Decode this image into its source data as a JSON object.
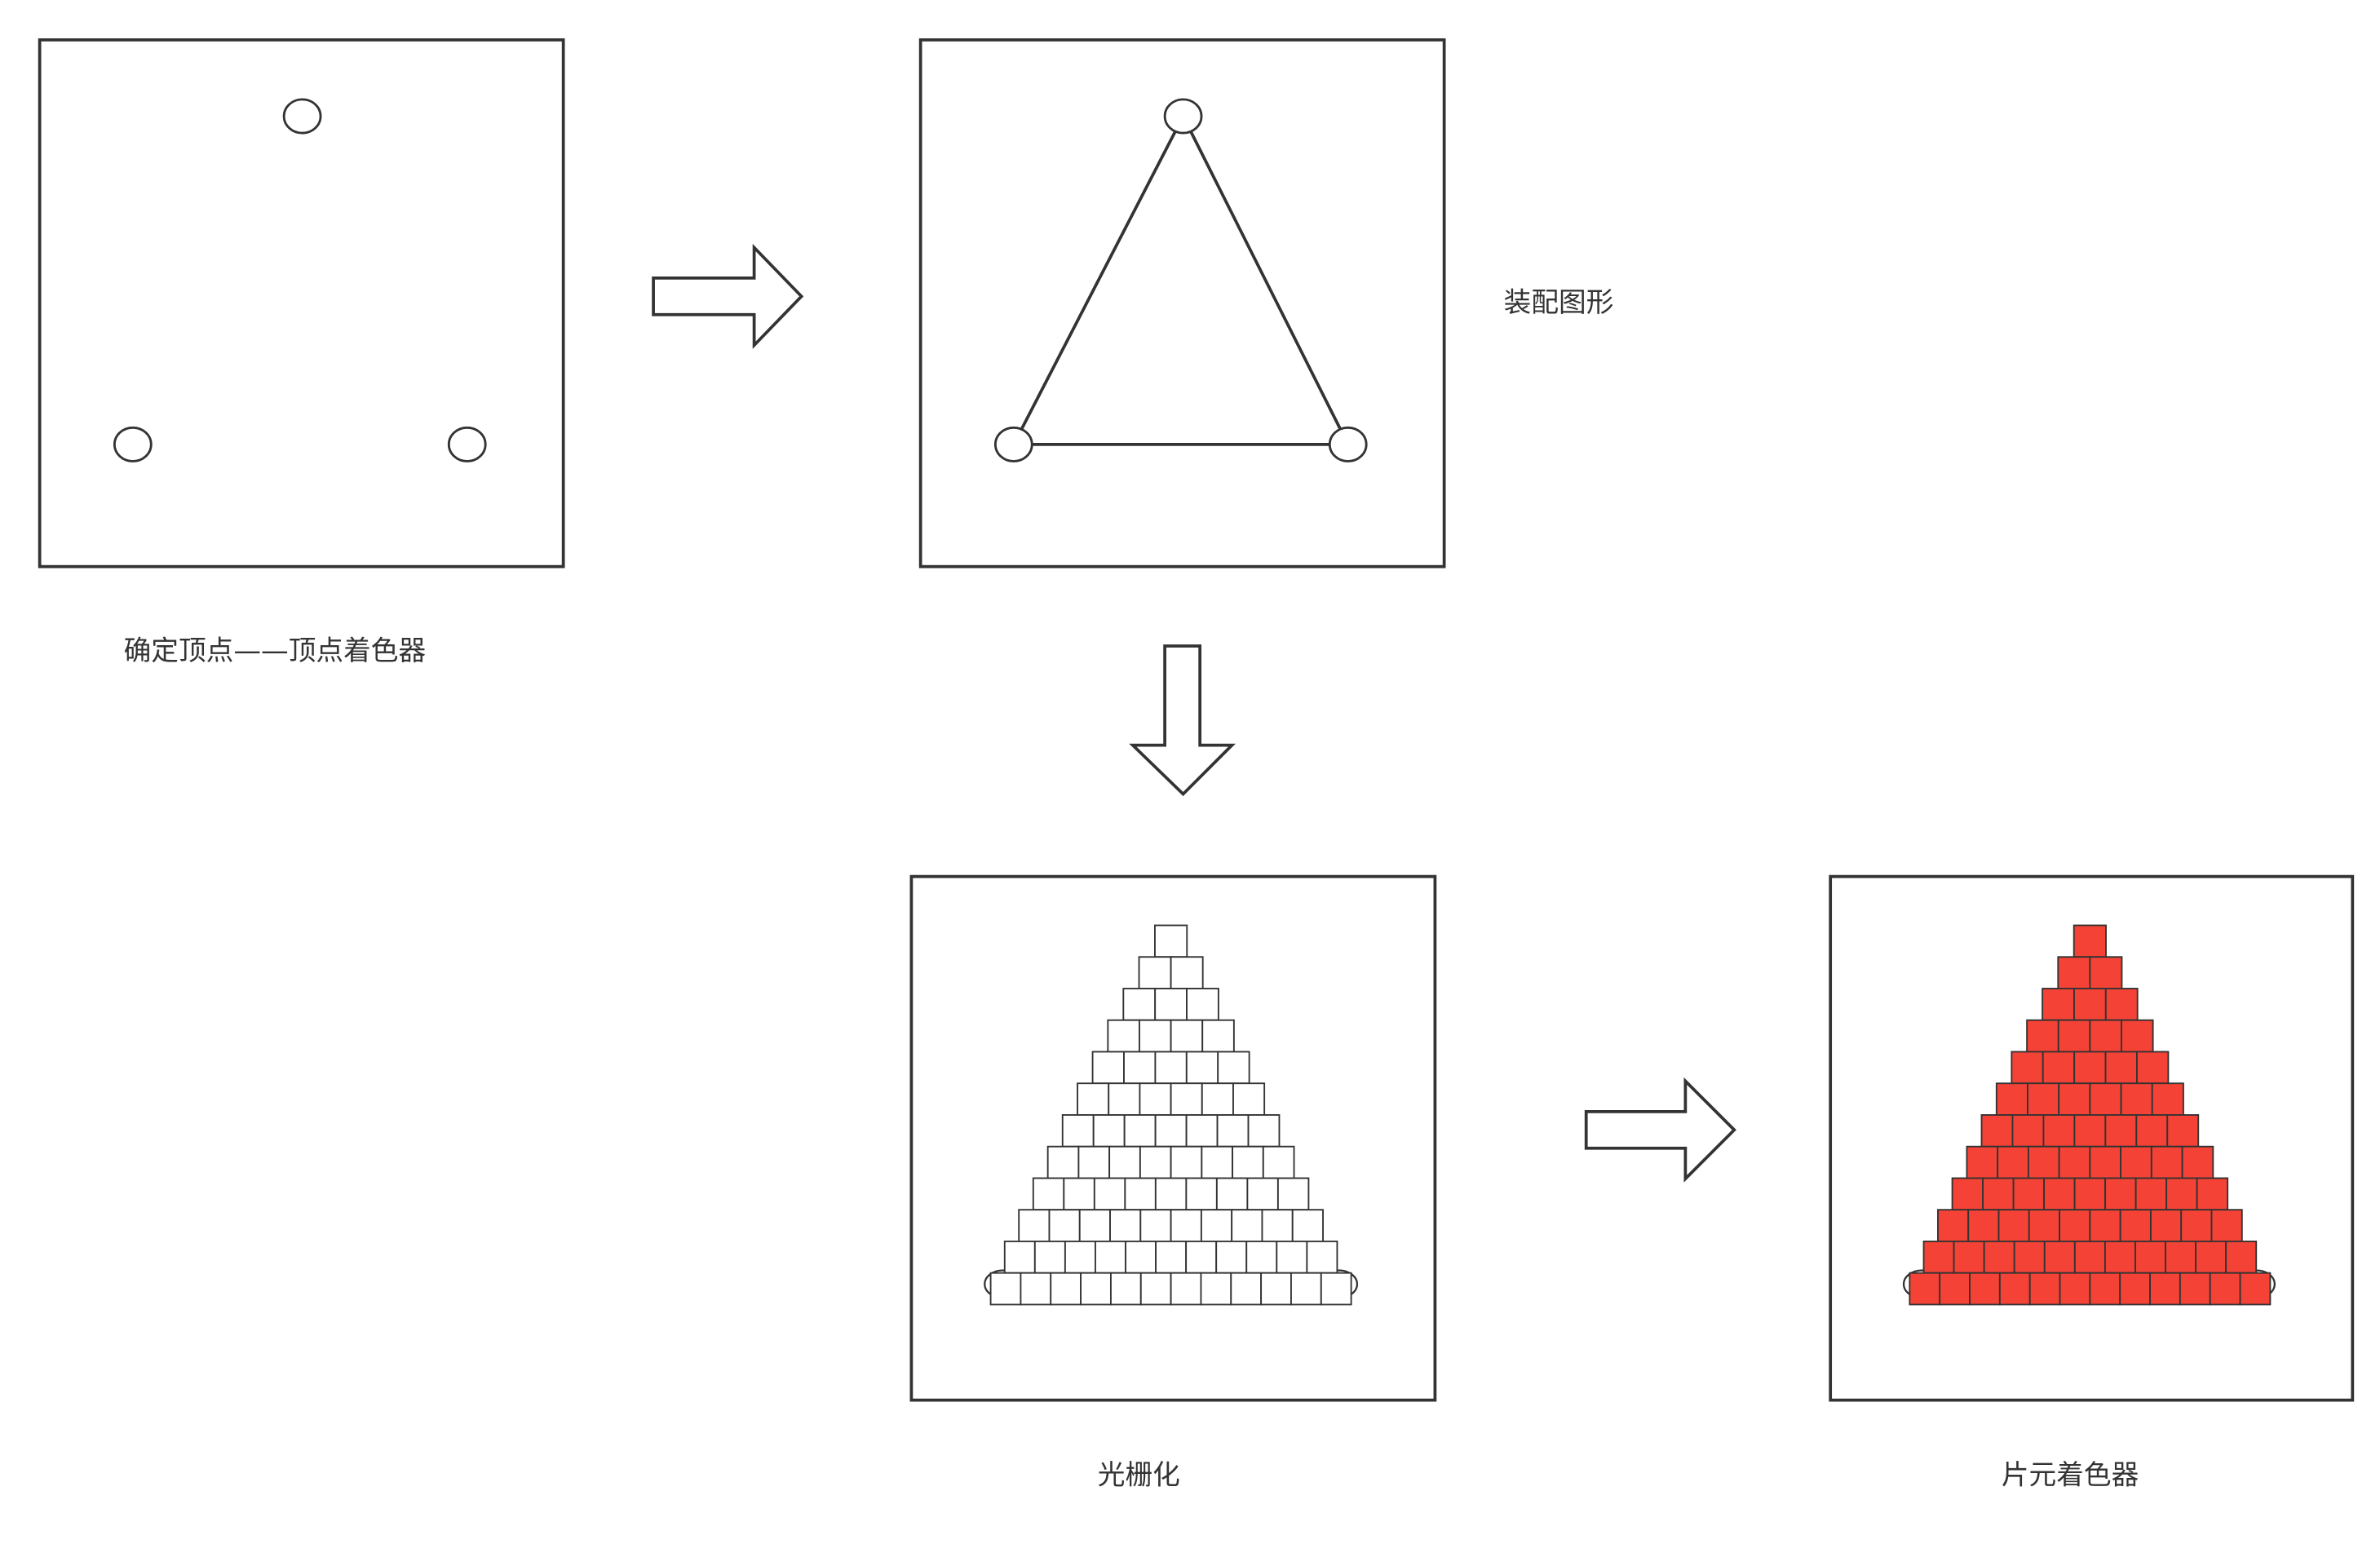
{
  "labels": {
    "vertex_shader": "确定顶点——顶点着色器",
    "primitive_assembly": "装配图形",
    "rasterization": "光栅化",
    "fragment_shader": "片元着色器"
  },
  "colors": {
    "stroke": "#333333",
    "fill_fragment": "#f44336",
    "background": "#ffffff"
  },
  "raster_rows": [
    1,
    2,
    3,
    4,
    5,
    6,
    7,
    8,
    9,
    10,
    11,
    12
  ]
}
